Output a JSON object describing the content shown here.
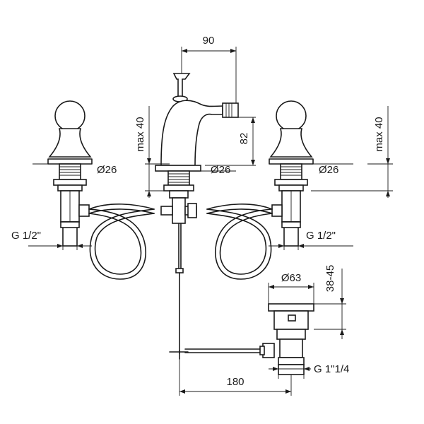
{
  "dimensions": {
    "spout_offset": "90",
    "left_valve_max_height": "max 40",
    "spout_height": "82",
    "right_valve_max_height": "max 40",
    "left_valve_diameter": "Ø26",
    "spout_diameter": "Ø26",
    "right_valve_diameter": "Ø26",
    "left_inlet_thread": "G 1/2\"",
    "right_inlet_thread": "G 1/2\"",
    "waste_diameter": "Ø63",
    "waste_height": "38-45",
    "waste_thread": "G 1\"1/4",
    "waste_offset": "180"
  }
}
